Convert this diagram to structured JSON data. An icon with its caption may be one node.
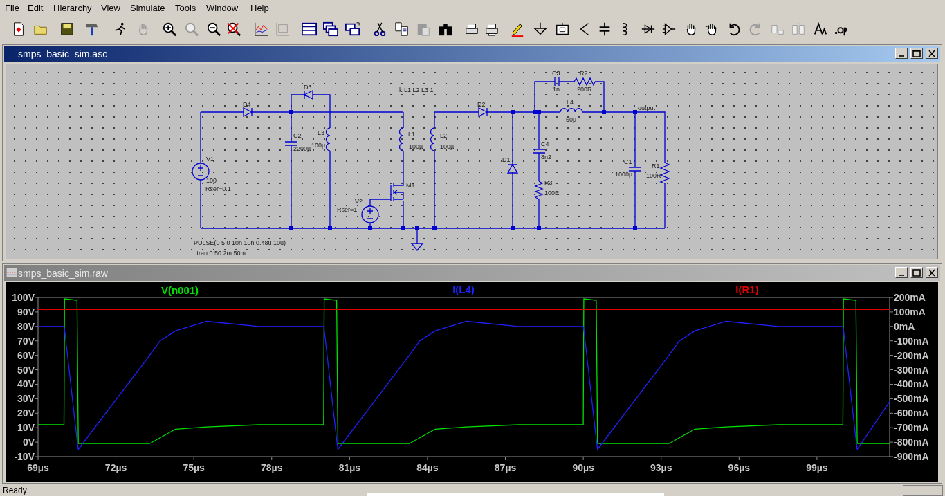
{
  "diagram": {
    "labels": [
      "File",
      "Edit",
      "Hierarchy",
      "View",
      "Simulate",
      "Tools",
      "Window",
      "Help",
      "smps_basic_sim.asc",
      "D3",
      "C3",
      "R2",
      "k L1 L2 L3 1",
      "1n",
      "200R",
      "D4",
      "D2",
      "L4",
      "output",
      "50µ",
      "L3",
      "C2",
      "L1",
      "L2",
      "100µ",
      "2200µ",
      "100µ",
      "100µ",
      "C4",
      "8n2",
      "V1",
      "D1",
      "C1",
      "R1",
      "1000µ",
      "100R",
      "100",
      "R3",
      "M1",
      "Rser=0.1",
      "100R",
      "V2",
      "Rser=1",
      "PULSE(0 5 0 10n 10n 0.48u 10u)",
      ".tran 0 50.2m 50m",
      "smps_basic_sim.raw",
      "I(L4)",
      "I(R1)",
      "200mA",
      "100mA",
      "0mA",
      "-100mA",
      "-200mA",
      "-300mA",
      "-400mA",
      "-500mA",
      "-600mA",
      "-700mA",
      "-800mA",
      "-900mA",
      "Ready"
    ],
    "chart_data": {
      "type": "line",
      "x": [
        69,
        70,
        70.02,
        70.5,
        70.55,
        73.3,
        73.7,
        74.3,
        75.5,
        77.5,
        80,
        80.02,
        80.5,
        80.55,
        83.3,
        83.7,
        84.3,
        85.5,
        87.5,
        90,
        90.02,
        90.5,
        90.55,
        93.3,
        93.7,
        94.3,
        95.5,
        97.5,
        100,
        100.02,
        100.5,
        100.55,
        101.8
      ],
      "series": [
        {
          "name": "V(n001)",
          "color": "#00e000",
          "values": [
            12,
            12,
            99,
            98,
            -1,
            -1,
            3,
            9,
            10.5,
            12,
            12,
            99,
            98,
            -1,
            -1,
            3,
            9,
            10.5,
            12,
            12,
            99,
            98,
            -1,
            -1,
            3,
            9,
            10.5,
            12,
            12,
            99,
            98,
            -1,
            -1
          ]
        }
      ],
      "xlim": [
        69,
        101.8
      ],
      "ylim": [
        -10,
        100
      ],
      "xticks": [
        {
          "value": 69,
          "label": "69µs"
        },
        {
          "value": 72,
          "label": "72µs"
        },
        {
          "value": 75,
          "label": "75µs"
        },
        {
          "value": 78,
          "label": "78µs"
        },
        {
          "value": 81,
          "label": "81µs"
        },
        {
          "value": 84,
          "label": "84µs"
        },
        {
          "value": 87,
          "label": "87µs"
        },
        {
          "value": 90,
          "label": "90µs"
        },
        {
          "value": 93,
          "label": "93µs"
        },
        {
          "value": 96,
          "label": "96µs"
        },
        {
          "value": 99,
          "label": "99µs"
        }
      ],
      "yticks": [
        {
          "value": 100,
          "label": "100V"
        },
        {
          "value": 90,
          "label": "90V"
        },
        {
          "value": 80,
          "label": "80V"
        },
        {
          "value": 70,
          "label": "70V"
        },
        {
          "value": 60,
          "label": "60V"
        },
        {
          "value": 50,
          "label": "50V"
        },
        {
          "value": 40,
          "label": "40V"
        },
        {
          "value": 30,
          "label": "30V"
        },
        {
          "value": 20,
          "label": "20V"
        },
        {
          "value": 10,
          "label": "10V"
        },
        {
          "value": 0,
          "label": "0V"
        },
        {
          "value": -10,
          "label": "-10V"
        }
      ]
    }
  }
}
